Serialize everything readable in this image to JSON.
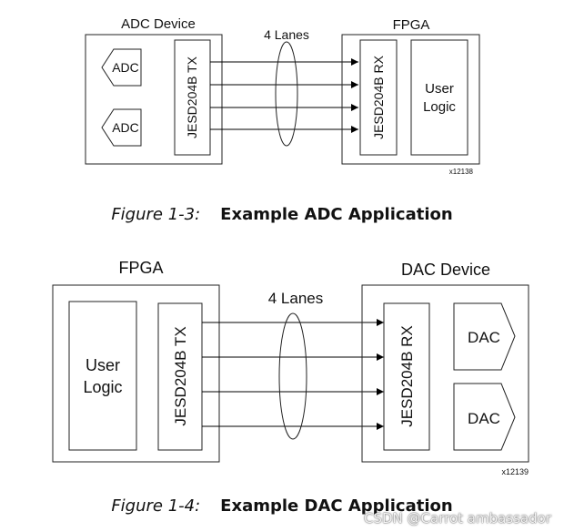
{
  "figure1": {
    "left_title": "ADC Device",
    "right_title": "FPGA",
    "lanes_label": "4 Lanes",
    "converter_1": "ADC",
    "converter_2": "ADC",
    "tx_label": "JESD204B TX",
    "rx_label": "JESD204B RX",
    "logic_line1": "User",
    "logic_line2": "Logic",
    "code": "x12138",
    "caption_number": "Figure 1-3:",
    "caption_title": "Example ADC Application"
  },
  "figure2": {
    "left_title": "FPGA",
    "right_title": "DAC Device",
    "lanes_label": "4 Lanes",
    "logic_line1": "User",
    "logic_line2": "Logic",
    "tx_label": "JESD204B TX",
    "rx_label": "JESD204B RX",
    "converter_1": "DAC",
    "converter_2": "DAC",
    "code": "x12139",
    "caption_number": "Figure 1-4:",
    "caption_title": "Example DAC Application"
  },
  "watermark": "CSDN @Carrot ambassador"
}
